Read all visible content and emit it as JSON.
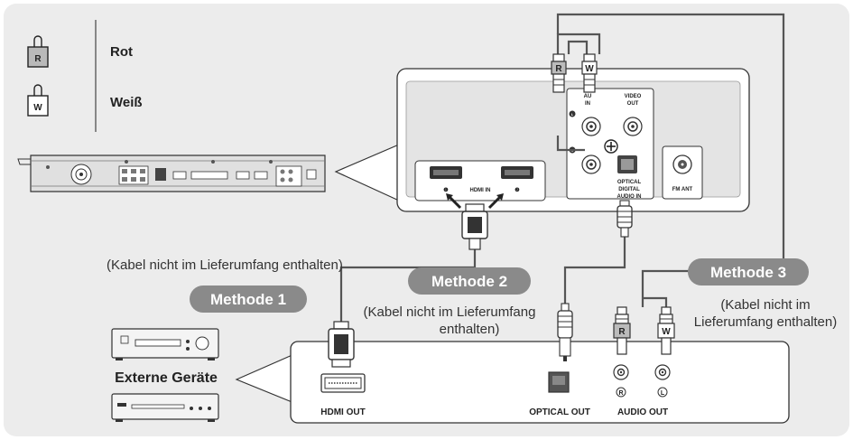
{
  "legend": {
    "red_plug_letter": "R",
    "red_label": "Rot",
    "white_plug_letter": "W",
    "white_label": "Weiß"
  },
  "methods": {
    "m1": "Methode 1",
    "m2": "Methode 2",
    "m3": "Methode 3"
  },
  "notes": {
    "m1_note": "(Kabel nicht im Lieferumfang enthalten)",
    "m2_note_line1": "(Kabel nicht im Lieferumfang",
    "m2_note_line2": "enthalten)",
    "m3_note_line1": "(Kabel nicht im",
    "m3_note_line2": "Lieferumfang enthalten)"
  },
  "rear_panel": {
    "hdmi_in": "HDMI IN",
    "hdmi_port1": "❶",
    "hdmi_port2": "❷",
    "audio_in_line1": "AU",
    "audio_in_line2": "IN",
    "video_out_line1": "VIDEO",
    "video_out_line2": "OUT",
    "optical_line1": "OPTICAL",
    "optical_line2": "DIGITAL",
    "optical_line3": "AUDIO IN",
    "fm_ant": "FM ANT",
    "left_mark": "L",
    "right_mark": "R"
  },
  "external": {
    "title": "Externe Geräte",
    "hdmi_out": "HDMI OUT",
    "optical_out": "OPTICAL OUT",
    "audio_out": "AUDIO OUT",
    "plug_r": "R",
    "plug_w": "W",
    "jack_r": "R",
    "jack_l": "L"
  },
  "colors": {
    "background": "#ececec",
    "pill": "#8a8a8a",
    "device": "#d8d8d8",
    "panel": "#e4e4e4"
  }
}
